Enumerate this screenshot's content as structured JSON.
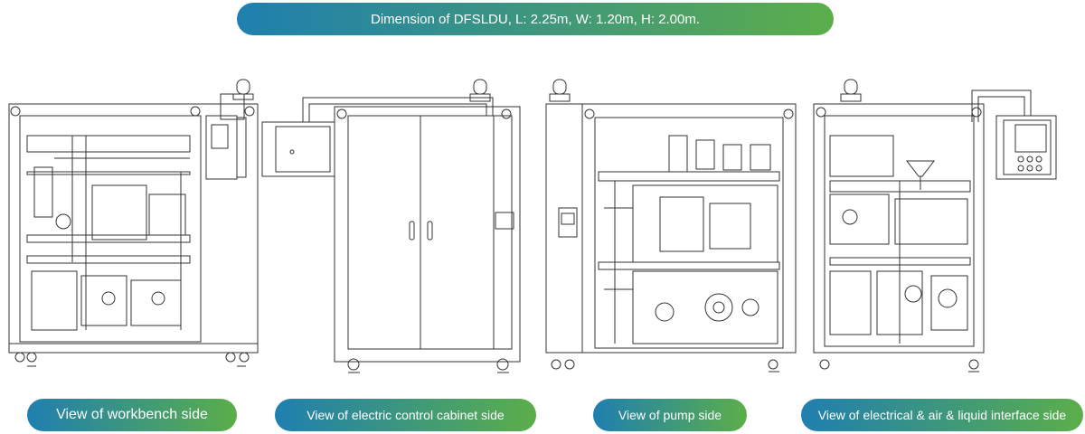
{
  "header": {
    "title": "Dimension of DFSLDU, L: 2.25m, W: 1.20m, H: 2.00m."
  },
  "views": [
    {
      "label": "View of workbench side"
    },
    {
      "label": "View of electric control cabinet side"
    },
    {
      "label": "View of pump side"
    },
    {
      "label": "View of electrical & air & liquid interface side"
    }
  ],
  "colors": {
    "pill_gradient_start": "#1f7fb0",
    "pill_gradient_end": "#5cae4a",
    "line_art": "#333333"
  }
}
